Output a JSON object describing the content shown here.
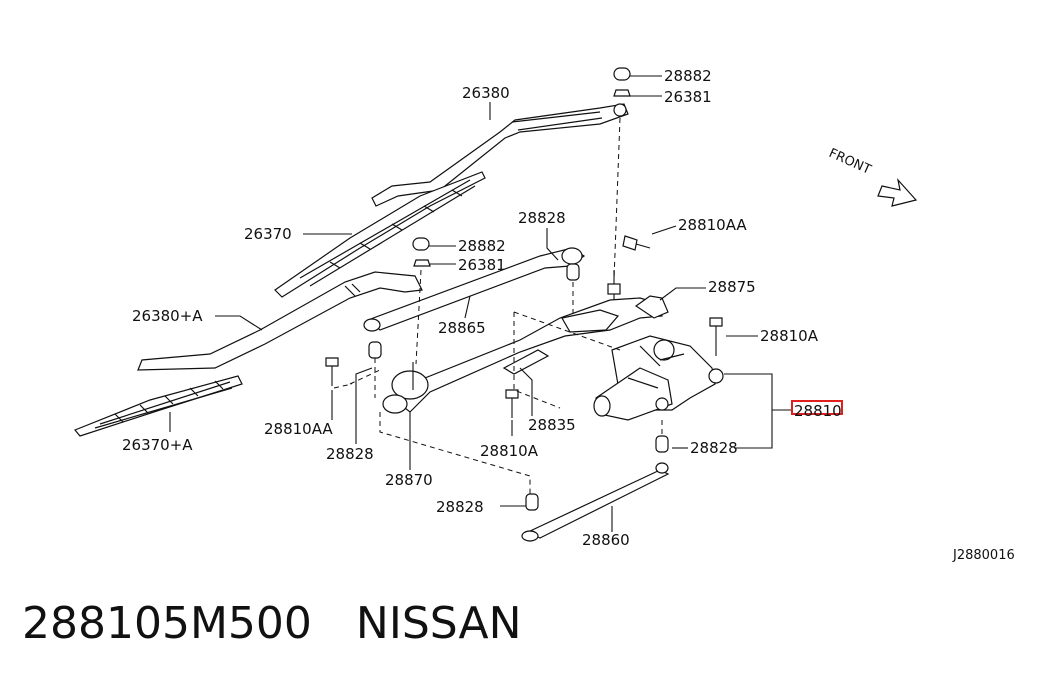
{
  "callouts": [
    "28882",
    "26381",
    "26380",
    "26370",
    "28828",
    "28882",
    "26381",
    "28810AA",
    "28875",
    "26380+A",
    "28865",
    "28810A",
    "28810AA",
    "28835",
    "28810",
    "26370+A",
    "28828",
    "28810A",
    "28828",
    "28870",
    "28828",
    "28860"
  ],
  "front_label": "FRONT",
  "diagram_code": "J2880016",
  "footer": {
    "part_number": "288105M500",
    "brand": "NISSAN"
  },
  "highlight_color": "#e0201e"
}
